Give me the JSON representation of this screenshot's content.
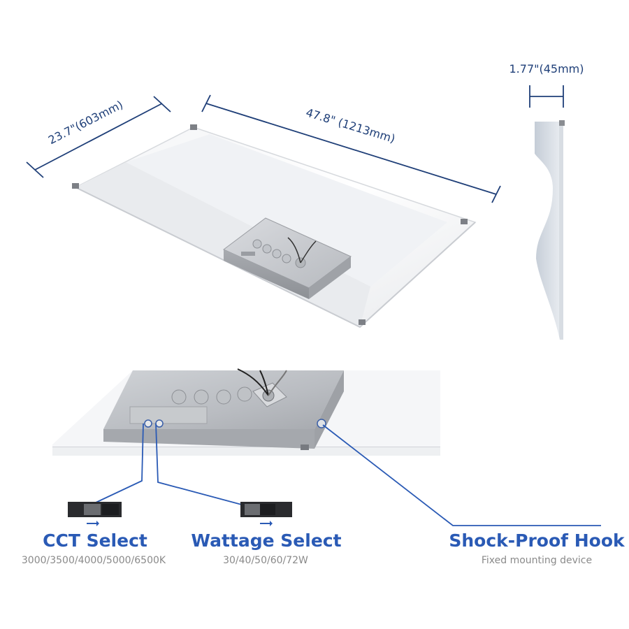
{
  "dimensions": {
    "width": "23.7\"(603mm)",
    "length": "47.8\" (1213mm)",
    "depth": "1.77\"(45mm)"
  },
  "features": {
    "cct": {
      "title": "CCT Select",
      "subtitle": "3000/3500/4000/5000/6500K"
    },
    "wattage": {
      "title": "Wattage Select",
      "subtitle": "30/40/50/60/72W"
    },
    "hook": {
      "title": "Shock-Proof Hook",
      "subtitle": "Fixed mounting device"
    }
  },
  "colors": {
    "accent": "#2a5ab5",
    "dimension_line": "#1f3f78",
    "subtitle": "#8a8a8a",
    "driver_box": "#c9ccd0"
  }
}
